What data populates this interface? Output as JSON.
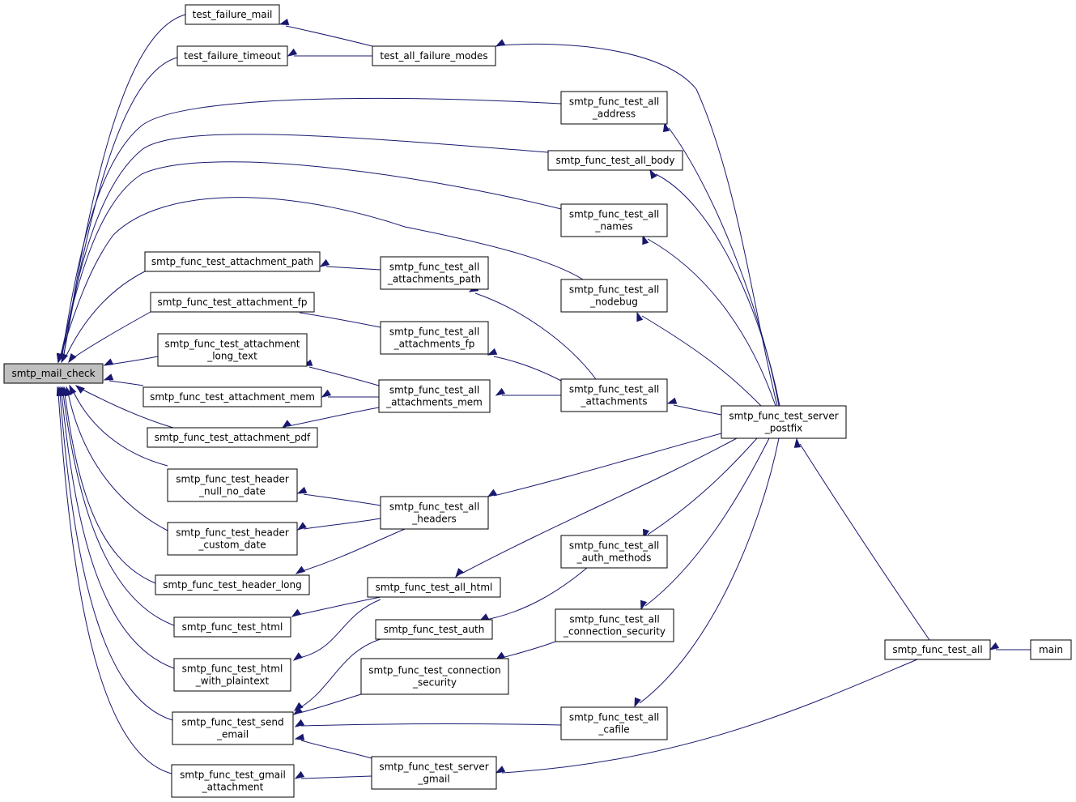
{
  "graph": {
    "root": "smtp_mail_check",
    "arrow_color": "#191970",
    "root_fill": "#bfbfbf",
    "nodes": {
      "smtp_mail_check": {
        "lines": [
          "smtp_mail_check"
        ]
      },
      "test_failure_mail": {
        "lines": [
          "test_failure_mail"
        ]
      },
      "test_failure_timeout": {
        "lines": [
          "test_failure_timeout"
        ]
      },
      "test_all_failure_modes": {
        "lines": [
          "test_all_failure_modes"
        ]
      },
      "smtp_func_test_all_address": {
        "lines": [
          "smtp_func_test_all",
          "_address"
        ]
      },
      "smtp_func_test_all_body": {
        "lines": [
          "smtp_func_test_all_body"
        ]
      },
      "smtp_func_test_all_names": {
        "lines": [
          "smtp_func_test_all",
          "_names"
        ]
      },
      "smtp_func_test_attachment_path": {
        "lines": [
          "smtp_func_test_attachment_path"
        ]
      },
      "smtp_func_test_all_attachments_path": {
        "lines": [
          "smtp_func_test_all",
          "_attachments_path"
        ]
      },
      "smtp_func_test_all_nodebug": {
        "lines": [
          "smtp_func_test_all",
          "_nodebug"
        ]
      },
      "smtp_func_test_attachment_fp": {
        "lines": [
          "smtp_func_test_attachment_fp"
        ]
      },
      "smtp_func_test_all_attachments_fp": {
        "lines": [
          "smtp_func_test_all",
          "_attachments_fp"
        ]
      },
      "smtp_func_test_attachment_long_text": {
        "lines": [
          "smtp_func_test_attachment",
          "_long_text"
        ]
      },
      "smtp_func_test_all_attachments_mem": {
        "lines": [
          "smtp_func_test_all",
          "_attachments_mem"
        ]
      },
      "smtp_func_test_all_attachments": {
        "lines": [
          "smtp_func_test_all",
          "_attachments"
        ]
      },
      "smtp_func_test_attachment_mem": {
        "lines": [
          "smtp_func_test_attachment_mem"
        ]
      },
      "smtp_func_test_server_postfix": {
        "lines": [
          "smtp_func_test_server",
          "_postfix"
        ]
      },
      "smtp_func_test_attachment_pdf": {
        "lines": [
          "smtp_func_test_attachment_pdf"
        ]
      },
      "smtp_func_test_header_null_no_date": {
        "lines": [
          "smtp_func_test_header",
          "_null_no_date"
        ]
      },
      "smtp_func_test_all_headers": {
        "lines": [
          "smtp_func_test_all",
          "_headers"
        ]
      },
      "smtp_func_test_header_custom_date": {
        "lines": [
          "smtp_func_test_header",
          "_custom_date"
        ]
      },
      "smtp_func_test_all_auth_methods": {
        "lines": [
          "smtp_func_test_all",
          "_auth_methods"
        ]
      },
      "smtp_func_test_header_long": {
        "lines": [
          "smtp_func_test_header_long"
        ]
      },
      "smtp_func_test_all_html": {
        "lines": [
          "smtp_func_test_all_html"
        ]
      },
      "smtp_func_test_html": {
        "lines": [
          "smtp_func_test_html"
        ]
      },
      "smtp_func_test_auth": {
        "lines": [
          "smtp_func_test_auth"
        ]
      },
      "smtp_func_test_all_connection_security": {
        "lines": [
          "smtp_func_test_all",
          "_connection_security"
        ]
      },
      "smtp_func_test_all_main": {
        "lines": [
          "smtp_func_test_all"
        ]
      },
      "main": {
        "lines": [
          "main"
        ]
      },
      "smtp_func_test_html_with_plaintext": {
        "lines": [
          "smtp_func_test_html",
          "_with_plaintext"
        ]
      },
      "smtp_func_test_connection_security": {
        "lines": [
          "smtp_func_test_connection",
          "_security"
        ]
      },
      "smtp_func_test_send_email": {
        "lines": [
          "smtp_func_test_send",
          "_email"
        ]
      },
      "smtp_func_test_all_cafile": {
        "lines": [
          "smtp_func_test_all",
          "_cafile"
        ]
      },
      "smtp_func_test_server_gmail": {
        "lines": [
          "smtp_func_test_server",
          "_gmail"
        ]
      },
      "smtp_func_test_gmail_attachment": {
        "lines": [
          "smtp_func_test_gmail",
          "_attachment"
        ]
      }
    },
    "edges": [
      [
        "test_failure_mail",
        "smtp_mail_check"
      ],
      [
        "test_failure_timeout",
        "smtp_mail_check"
      ],
      [
        "smtp_func_test_all_address",
        "smtp_mail_check"
      ],
      [
        "smtp_func_test_all_body",
        "smtp_mail_check"
      ],
      [
        "smtp_func_test_all_names",
        "smtp_mail_check"
      ],
      [
        "smtp_func_test_all_nodebug",
        "smtp_mail_check"
      ],
      [
        "smtp_func_test_attachment_path",
        "smtp_mail_check"
      ],
      [
        "smtp_func_test_attachment_fp",
        "smtp_mail_check"
      ],
      [
        "smtp_func_test_attachment_long_text",
        "smtp_mail_check"
      ],
      [
        "smtp_func_test_attachment_mem",
        "smtp_mail_check"
      ],
      [
        "smtp_func_test_attachment_pdf",
        "smtp_mail_check"
      ],
      [
        "smtp_func_test_header_null_no_date",
        "smtp_mail_check"
      ],
      [
        "smtp_func_test_header_custom_date",
        "smtp_mail_check"
      ],
      [
        "smtp_func_test_header_long",
        "smtp_mail_check"
      ],
      [
        "smtp_func_test_html",
        "smtp_mail_check"
      ],
      [
        "smtp_func_test_html_with_plaintext",
        "smtp_mail_check"
      ],
      [
        "smtp_func_test_send_email",
        "smtp_mail_check"
      ],
      [
        "smtp_func_test_gmail_attachment",
        "smtp_mail_check"
      ],
      [
        "test_all_failure_modes",
        "test_failure_mail"
      ],
      [
        "test_all_failure_modes",
        "test_failure_timeout"
      ],
      [
        "smtp_func_test_server_postfix",
        "test_all_failure_modes"
      ],
      [
        "smtp_func_test_server_postfix",
        "smtp_func_test_all_address"
      ],
      [
        "smtp_func_test_server_postfix",
        "smtp_func_test_all_body"
      ],
      [
        "smtp_func_test_server_postfix",
        "smtp_func_test_all_names"
      ],
      [
        "smtp_func_test_server_postfix",
        "smtp_func_test_all_nodebug"
      ],
      [
        "smtp_func_test_server_postfix",
        "smtp_func_test_all_attachments"
      ],
      [
        "smtp_func_test_server_postfix",
        "smtp_func_test_all_headers"
      ],
      [
        "smtp_func_test_server_postfix",
        "smtp_func_test_all_html"
      ],
      [
        "smtp_func_test_server_postfix",
        "smtp_func_test_all_auth_methods"
      ],
      [
        "smtp_func_test_server_postfix",
        "smtp_func_test_all_connection_security"
      ],
      [
        "smtp_func_test_server_postfix",
        "smtp_func_test_all_cafile"
      ],
      [
        "smtp_func_test_all_attachments_path",
        "smtp_func_test_attachment_path"
      ],
      [
        "smtp_func_test_all_attachments_fp",
        "smtp_func_test_attachment_fp"
      ],
      [
        "smtp_func_test_all_attachments_mem",
        "smtp_func_test_attachment_long_text"
      ],
      [
        "smtp_func_test_all_attachments_mem",
        "smtp_func_test_attachment_mem"
      ],
      [
        "smtp_func_test_all_attachments_mem",
        "smtp_func_test_attachment_pdf"
      ],
      [
        "smtp_func_test_all_attachments",
        "smtp_func_test_all_attachments_path"
      ],
      [
        "smtp_func_test_all_attachments",
        "smtp_func_test_all_attachments_fp"
      ],
      [
        "smtp_func_test_all_attachments",
        "smtp_func_test_all_attachments_mem"
      ],
      [
        "smtp_func_test_all_headers",
        "smtp_func_test_header_null_no_date"
      ],
      [
        "smtp_func_test_all_headers",
        "smtp_func_test_header_custom_date"
      ],
      [
        "smtp_func_test_all_headers",
        "smtp_func_test_header_long"
      ],
      [
        "smtp_func_test_all_html",
        "smtp_func_test_html"
      ],
      [
        "smtp_func_test_all_html",
        "smtp_func_test_html_with_plaintext"
      ],
      [
        "smtp_func_test_all_auth_methods",
        "smtp_func_test_auth"
      ],
      [
        "smtp_func_test_auth",
        "smtp_func_test_send_email"
      ],
      [
        "smtp_func_test_all_connection_security",
        "smtp_func_test_connection_security"
      ],
      [
        "smtp_func_test_connection_security",
        "smtp_func_test_send_email"
      ],
      [
        "smtp_func_test_all_cafile",
        "smtp_func_test_send_email"
      ],
      [
        "smtp_func_test_server_gmail",
        "smtp_func_test_send_email"
      ],
      [
        "smtp_func_test_server_gmail",
        "smtp_func_test_gmail_attachment"
      ],
      [
        "smtp_func_test_all_main",
        "smtp_func_test_server_postfix"
      ],
      [
        "smtp_func_test_all_main",
        "smtp_func_test_server_gmail"
      ],
      [
        "main",
        "smtp_func_test_all_main"
      ]
    ]
  }
}
